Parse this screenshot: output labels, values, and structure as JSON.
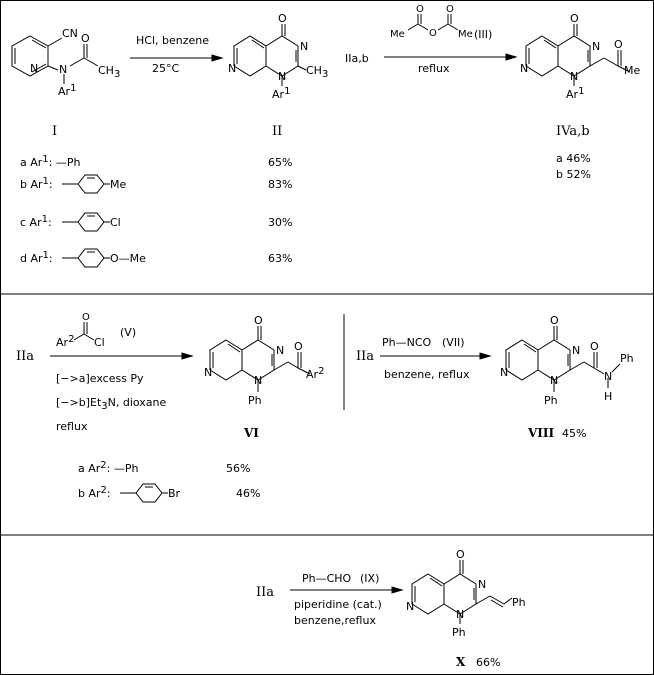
{
  "scheme1": {
    "reagent_top": "HCl, benzene",
    "reagent_bottom": "25°C",
    "start_compound": "I",
    "product_compound": "II",
    "cn_label": "CN",
    "ch3_label": "CH",
    "ch3_sub": "3",
    "ar_label": "Ar",
    "ar_sup": "1",
    "n_label": "N",
    "o_label": "O",
    "variants": [
      {
        "prefix": "a Ar",
        "sup": "1",
        "suffix": ": —Ph",
        "yield": "65%"
      },
      {
        "prefix": "b Ar",
        "sup": "1",
        "suffix": ":",
        "sub": "Me",
        "yield": "83%"
      },
      {
        "prefix": "c Ar",
        "sup": "1",
        "suffix": ":",
        "sub": "Cl",
        "yield": "30%"
      },
      {
        "prefix": "d Ar",
        "sup": "1",
        "suffix": ":",
        "sub": "O—Me",
        "yield": "63%"
      }
    ]
  },
  "scheme2": {
    "start": "IIa,b",
    "reagent_me1": "Me",
    "reagent_me2": "Me",
    "reagent_o": "O",
    "reagent_id": "(III)",
    "condition": "reflux",
    "product": "IVa,b",
    "yield_a": "a 46%",
    "yield_b": "b 52%"
  },
  "scheme3": {
    "start": "IIa",
    "reagent_ar": "Ar",
    "reagent_ar_sup": "2",
    "reagent_cl": "Cl",
    "reagent_o": "O",
    "reagent_id": "(V)",
    "cond_a": "[−>a]excess Py",
    "cond_b_pre": "[−>b]Et",
    "cond_b_sub": "3",
    "cond_b_post": "N, dioxane",
    "cond_reflux": "reflux",
    "product": "VI",
    "ph_label": "Ph",
    "variants": [
      {
        "prefix": "a Ar",
        "sup": "2",
        "suffix": ": —Ph",
        "yield": "56%"
      },
      {
        "prefix": "b Ar",
        "sup": "2",
        "suffix": ":",
        "sub": "Br",
        "yield": "46%"
      }
    ]
  },
  "scheme4": {
    "start": "IIa",
    "reagent": "Ph—NCO",
    "reagent_id": "(VII)",
    "condition": "benzene, reflux",
    "product": "VIII",
    "yield": "45%",
    "nh_n": "N",
    "nh_h": "H",
    "ph": "Ph"
  },
  "scheme5": {
    "start": "IIa",
    "reagent": "Ph—CHO",
    "reagent_id": "(IX)",
    "cond1": "piperidine (cat.)",
    "cond2": "benzene,reflux",
    "product": "X",
    "yield": "66%",
    "ph": "Ph"
  }
}
